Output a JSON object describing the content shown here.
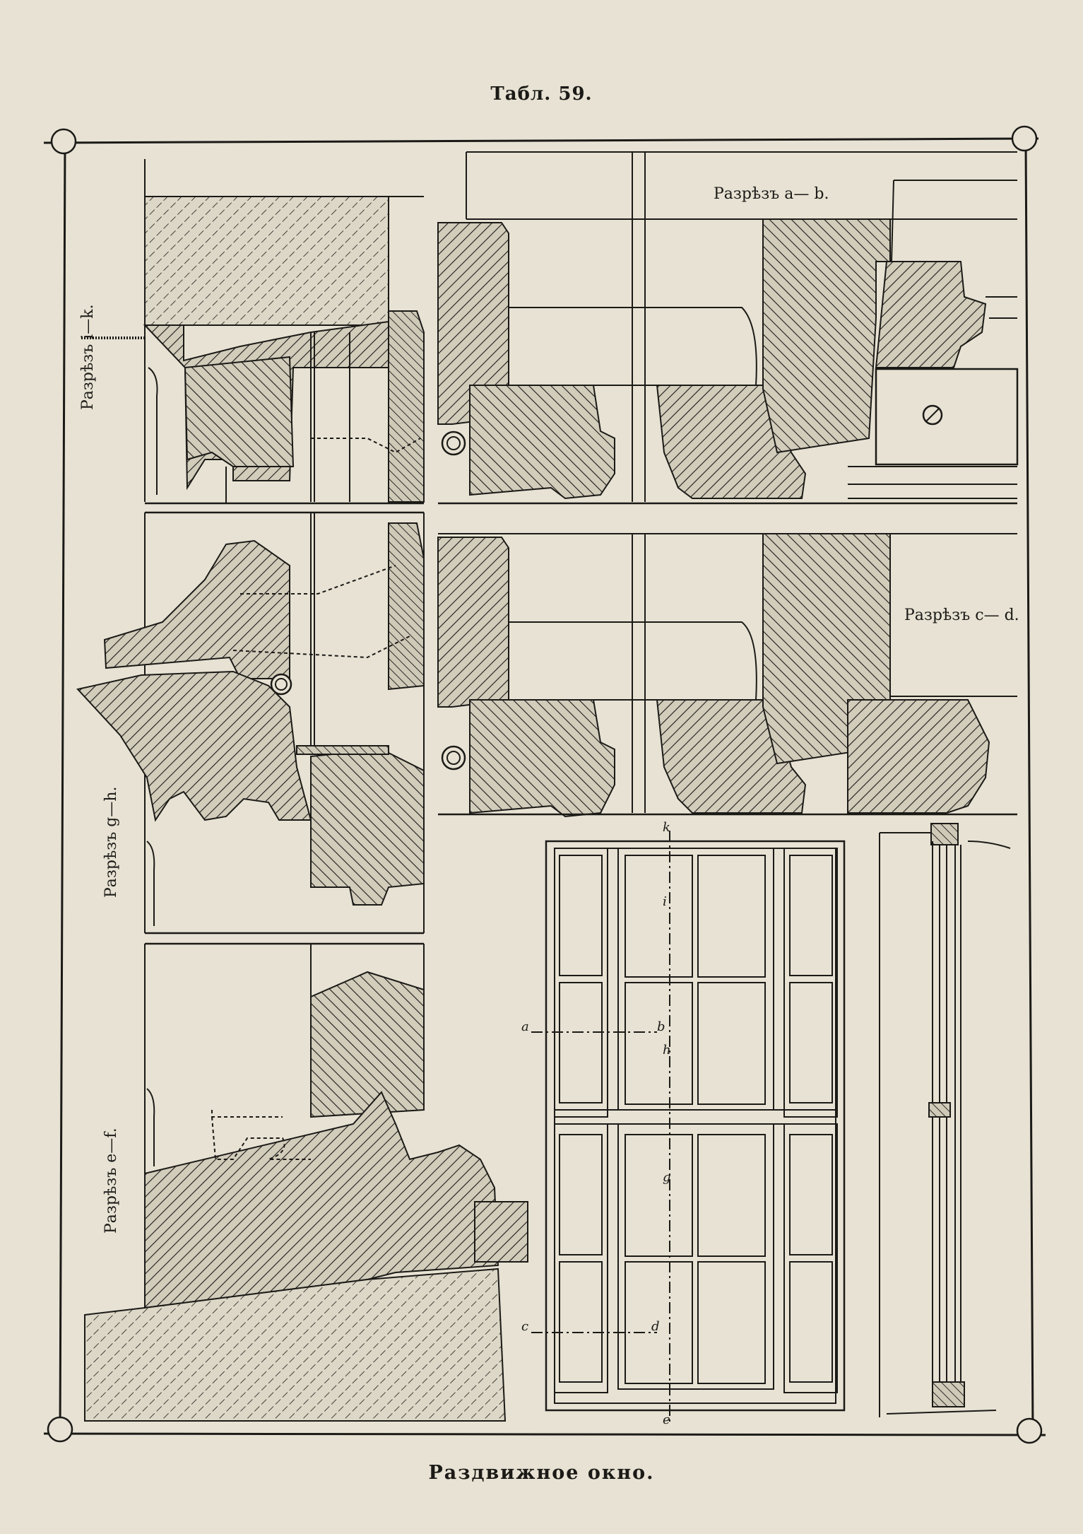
{
  "plate": {
    "title": "Табл. 59.",
    "caption": "Раздвижное окно."
  },
  "sections": {
    "ik": "Разрѣзъ i—k.",
    "gh": "Разрѣзъ g—h.",
    "ef": "Разрѣзъ e—f.",
    "ab": "Разрѣзъ a— b.",
    "cd": "Разрѣзъ c— d."
  },
  "cut_marks": {
    "a": "a",
    "b": "b",
    "c": "c",
    "d": "d",
    "k": "k",
    "i": "i",
    "h": "h",
    "g": "g",
    "e": "e"
  },
  "colors": {
    "paper": "#e7e2d3",
    "ink": "#1b1a17",
    "section_fill": "#bdb6a4"
  }
}
